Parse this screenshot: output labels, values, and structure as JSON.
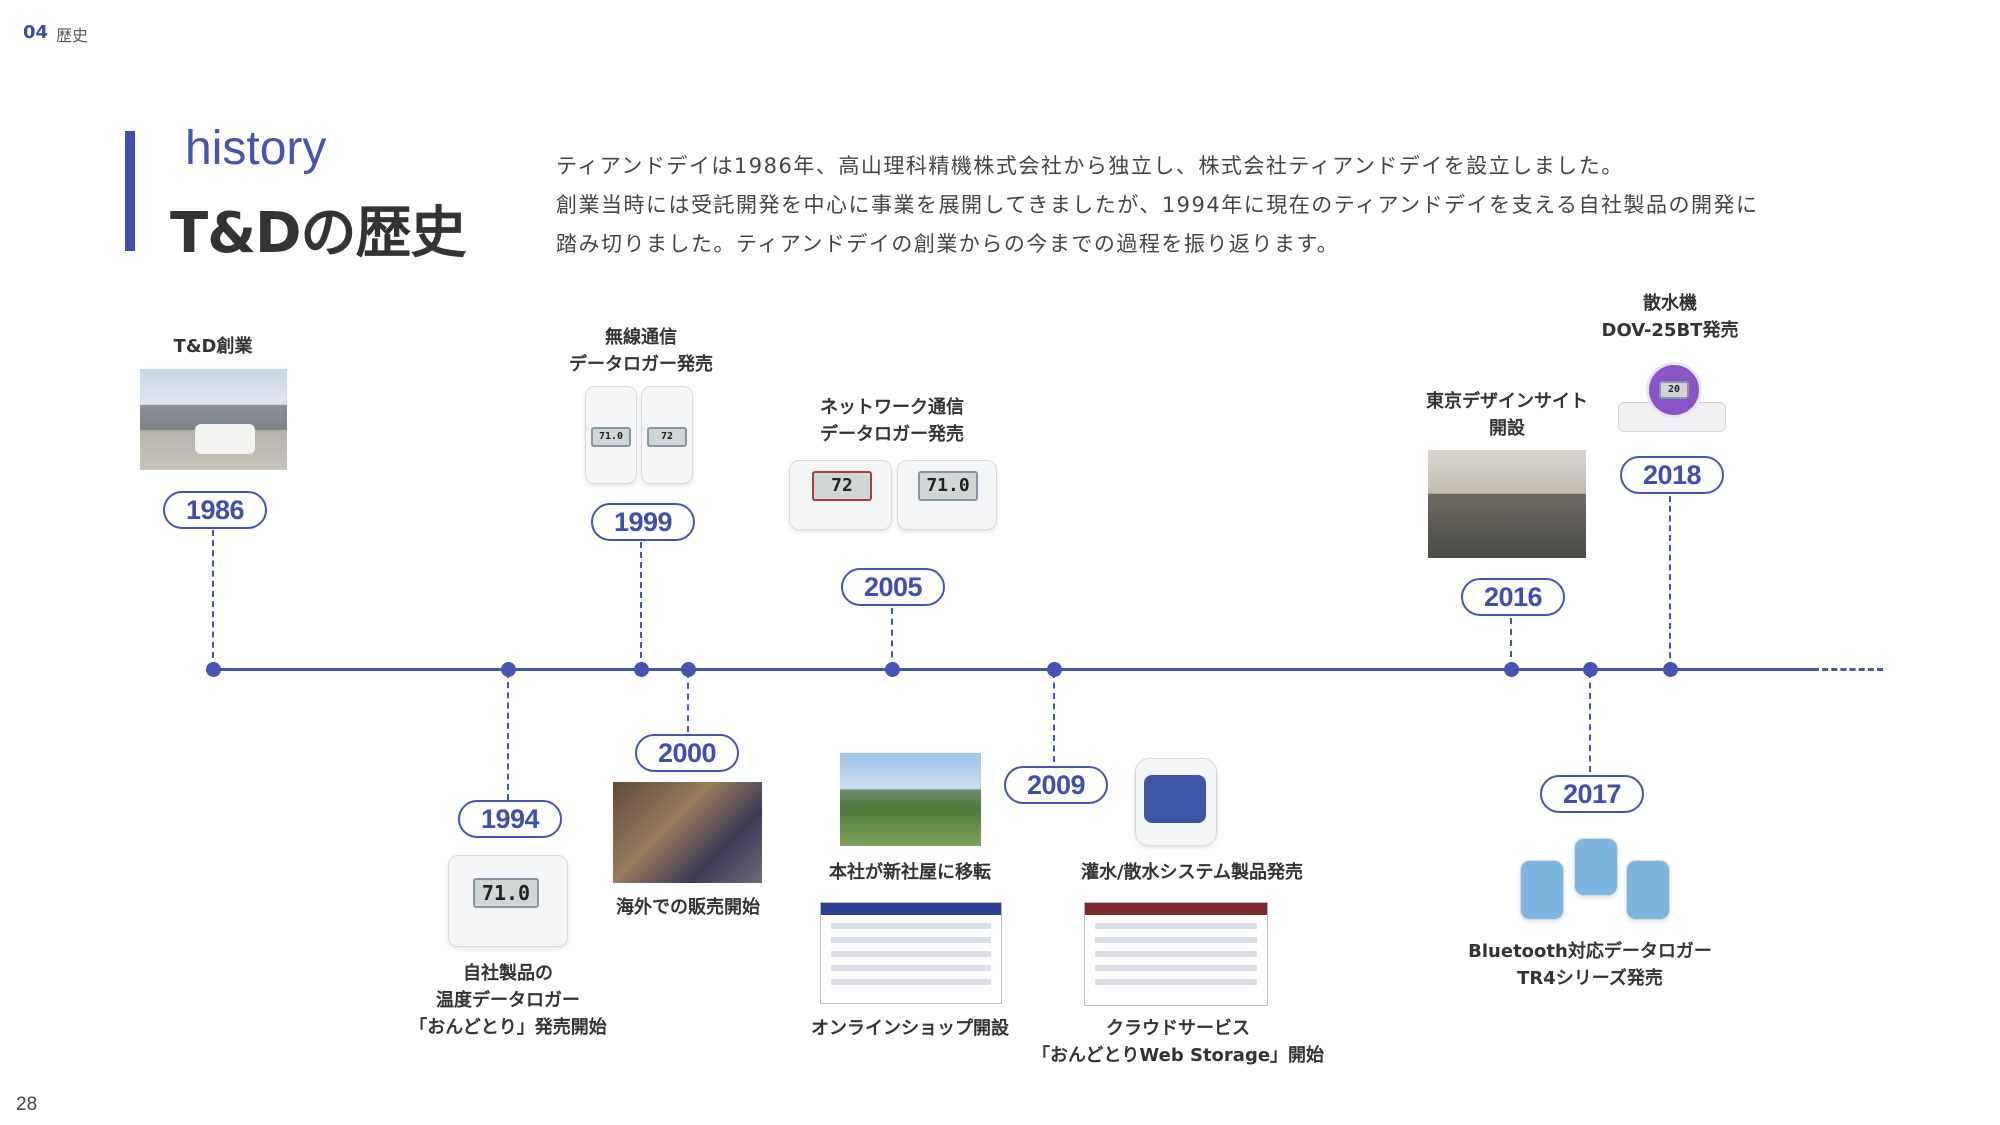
{
  "header": {
    "section_number": "04",
    "section_title": "歴史"
  },
  "title_block": {
    "subtitle": "history",
    "title": "T&Dの歴史"
  },
  "intro": [
    "ティアンドデイは1986年、高山理科精機株式会社から独立し、株式会社ティアンドデイを設立しました。",
    "創業当時には受託開発を中心に事業を展開してきましたが、1994年に現在のティアンドデイを支える自社製品の開発に",
    "踏み切りました。ティアンドデイの創業からの今までの過程を振り返ります。"
  ],
  "timeline": {
    "milestones": [
      {
        "year": "1986",
        "label": [
          "T&D創業"
        ]
      },
      {
        "year": "1994",
        "label": [
          "自社製品の",
          "温度データロガー",
          "「おんどとり」発売開始"
        ]
      },
      {
        "year": "1999",
        "label": [
          "無線通信",
          "データロガー発売"
        ]
      },
      {
        "year": "2000",
        "label": [
          "海外での販売開始"
        ]
      },
      {
        "year": "2005",
        "label_top": [
          "ネットワーク通信",
          "データロガー発売"
        ],
        "label_a": [
          "本社が新社屋に移転"
        ],
        "label_b": [
          "オンラインショップ開設"
        ]
      },
      {
        "year": "2009",
        "label_a": [
          "灌水/散水システム製品発売"
        ],
        "label_b": [
          "クラウドサービス",
          "「おんどとりWeb Storage」開始"
        ]
      },
      {
        "year": "2016",
        "label": [
          "東京デザインサイト",
          "開設"
        ]
      },
      {
        "year": "2017",
        "label": [
          "Bluetooth対応データロガー",
          "TR4シリーズ発売"
        ]
      },
      {
        "year": "2018",
        "label": [
          "散水機",
          "DOV-25BT発売"
        ]
      }
    ]
  },
  "device_readouts": {
    "r1994": "71.0",
    "r1999a": "71.0",
    "r1999b": "72",
    "r2005a": "72",
    "r2005b": "71.0",
    "r2018": "20"
  },
  "page_number": "28",
  "colors": {
    "accent": "#4553b5",
    "text": "#333333"
  }
}
